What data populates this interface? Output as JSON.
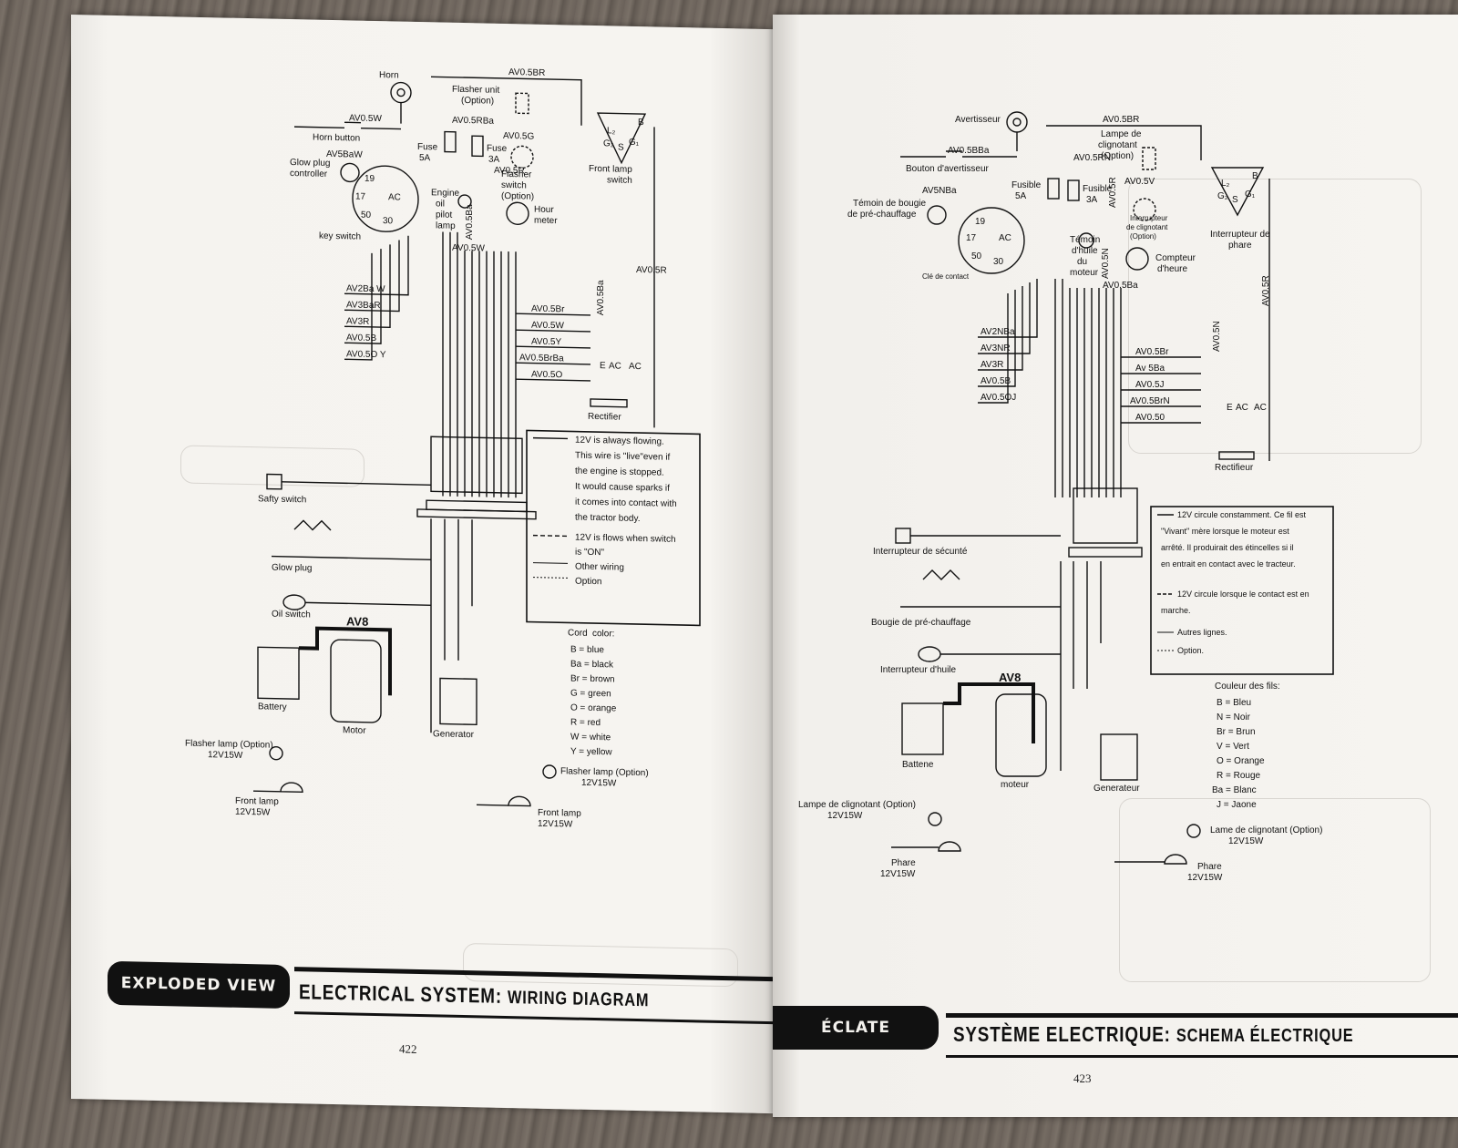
{
  "left_page": {
    "footer": {
      "badge": "EXPLODED VIEW",
      "title_main": "ELECTRICAL SYSTEM:",
      "title_sub": "WIRING DIAGRAM",
      "page_number": "422"
    },
    "components": {
      "horn": "Horn",
      "horn_button": "Horn button",
      "flasher_unit": "Flasher unit",
      "flasher_unit_option": "(Option)",
      "fuse_5a": "Fuse",
      "fuse_5a_rating": "5A",
      "fuse_3a": "Fuse",
      "fuse_3a_rating": "3A",
      "glow_plug_controller_1": "Glow plug",
      "glow_plug_controller_2": "controller",
      "key_switch": "key switch",
      "engine_oil_pilot_lamp_1": "Engine",
      "engine_oil_pilot_lamp_2": "oil",
      "engine_oil_pilot_lamp_3": "pilot",
      "engine_oil_pilot_lamp_4": "lamp",
      "flasher_switch_1": "Flasher",
      "flasher_switch_2": "switch",
      "flasher_switch_3": "(Option)",
      "hour_meter_1": "Hour",
      "hour_meter_2": "meter",
      "front_lamp_switch_1": "Front lamp",
      "front_lamp_switch_2": "switch",
      "rectifier": "Rectifier",
      "safety_switch": "Safty switch",
      "glow_plug": "Glow plug",
      "oil_switch": "Oil switch",
      "av8": "AV8",
      "battery": "Battery",
      "motor": "Motor",
      "generator": "Generator",
      "flasher_lamp_left_1": "Flasher lamp (Option)",
      "flasher_lamp_left_2": "12V15W",
      "flasher_lamp_right_1": "Flasher lamp (Option)",
      "flasher_lamp_right_2": "12V15W",
      "front_lamp_left_1": "Front lamp",
      "front_lamp_left_2": "12V15W",
      "front_lamp_right_1": "Front lamp",
      "front_lamp_right_2": "12V15W"
    },
    "terminals": {
      "t19": "19",
      "t17": "17",
      "tac": "AC",
      "t50": "50",
      "t30": "30",
      "tb": "B",
      "tlg": "L₂",
      "tg": "G₂",
      "ts": "S",
      "tg1": "G₁",
      "te": "E",
      "tac2": "AC",
      "tac3": "AC"
    },
    "wire_codes": {
      "av05br": "AV0.5BR",
      "av05w_top": "AV0.5W",
      "av05rba": "AV0.5RBa",
      "av05g": "AV0.5G",
      "av05r": "AV0.5R",
      "av5baw": "AV5BaW",
      "av05ba": "AV0.5Ba",
      "av05w_mid": "AV0.5W",
      "av05r_right": "AV0.5R",
      "av2baw": "AV2Ba W",
      "av3bar": "AV3BaR",
      "av3r": "AV3R",
      "av05b": "AV0.5B",
      "av05oy": "AV0.5O Y",
      "av05br_2": "AV0.5Br",
      "av05w_2": "AV0.5W",
      "av05y": "AV0.5Y",
      "av05brba": "AV0.5BrBa",
      "av05o": "AV0.5O",
      "av05ba_vert": "AV0.5Ba"
    },
    "legend": {
      "solid": [
        "12V is always flowing.",
        "This wire is \"live\"even if",
        "the engine is stopped.",
        "It would cause sparks if",
        "it comes into contact with",
        "the tractor body."
      ],
      "dashed": [
        "12V is flows when switch",
        "is \"ON\""
      ],
      "other": "Other wiring",
      "option": "Option"
    },
    "cord_color": {
      "title_1": "Cord",
      "title_2": "color:",
      "items": [
        "B = blue",
        "Ba = black",
        "Br = brown",
        "G = green",
        "O = orange",
        "R = red",
        "W = white",
        "Y = yellow"
      ]
    }
  },
  "right_page": {
    "footer": {
      "badge": "ÉCLATE",
      "title_main": "SYSTÈME ELECTRIQUE:",
      "title_sub": "SCHEMA ÉLECTRIQUE",
      "page_number": "423"
    },
    "components": {
      "horn": "Avertisseur",
      "horn_button": "Bouton d'avertisseur",
      "flasher_unit_1": "Lampe de",
      "flasher_unit_2": "clignotant",
      "flasher_unit_3": "(Option)",
      "fuse_5a": "Fusible",
      "fuse_5a_rating": "5A",
      "fuse_3a": "Fusible",
      "fuse_3a_rating": "3A",
      "glow_plug_indicator_1": "Témoin de bougie",
      "glow_plug_indicator_2": "de pré-chauffage",
      "key_switch": "Clé de contact",
      "oil_indicator_1": "Témoin",
      "oil_indicator_2": "d'huile",
      "oil_indicator_3": "du",
      "oil_indicator_4": "moteur",
      "flasher_switch_1": "Interrupteur",
      "flasher_switch_2": "de clignotant",
      "flasher_switch_3": "(Option)",
      "hour_meter_1": "Compteur",
      "hour_meter_2": "d'heure",
      "lamp_switch_1": "Interrupteur de",
      "lamp_switch_2": "phare",
      "rectifier": "Rectifieur",
      "safety_switch": "Interrupteur de sécunté",
      "glow_plug": "Bougie de pré-chauffage",
      "oil_switch": "Interrupteur d'huile",
      "av8": "AV8",
      "battery": "Battene",
      "motor": "moteur",
      "generator": "Generateur",
      "flasher_lamp_left_1": "Lampe de clignotant (Option)",
      "flasher_lamp_left_2": "12V15W",
      "flasher_lamp_right_1": "Lame de clignotant (Option)",
      "flasher_lamp_right_2": "12V15W",
      "front_lamp_left_1": "Phare",
      "front_lamp_left_2": "12V15W",
      "front_lamp_right_1": "Phare",
      "front_lamp_right_2": "12V15W"
    },
    "terminals": {
      "t19": "19",
      "t17": "17",
      "tac": "AC",
      "t50": "50",
      "t30": "30",
      "tb": "B",
      "tlg": "L₂",
      "tg": "G₂",
      "ts": "S",
      "tg1": "G₁",
      "te": "E",
      "tac2": "AC",
      "tac3": "AC"
    },
    "wire_codes": {
      "av05br": "AV0.5BR",
      "av05bba": "AV0.5BBa",
      "av05rn": "AV0.5RN",
      "av05v": "AV0.5V",
      "av5nba": "AV5NBa",
      "av05r_top": "AV0.5R",
      "av05n": "AV0.5N",
      "av05ba": "AV0.5Ba",
      "av05r_right": "AV0.5R",
      "av2nba": "AV2NBa",
      "av3nr": "AV3NR",
      "av3r": "AV3R",
      "av05b": "AV0.5B",
      "av05oj": "AV0.5OJ",
      "av05br_2": "AV0.5Br",
      "av05ba_2": "Av 5Ba",
      "av05j": "AV0.5J",
      "av05brn": "AV0.5BrN",
      "av05o": "AV0.50",
      "av05n_vert": "AV0.5N"
    },
    "legend": {
      "solid": [
        "12V circule constamment. Ce fil est",
        "\"Vivant\" mère lorsque le moteur est",
        "arrêté. Il produirait des étincelles si il",
        "en entrait en contact avec le tracteur."
      ],
      "dashed": [
        "12V circule lorsque le contact est en",
        "marche."
      ],
      "other": "Autres lignes.",
      "option": "Option."
    },
    "cord_color": {
      "title": "Couleur des fils:",
      "items": [
        "B = Bleu",
        "N = Noir",
        "Br = Brun",
        "V = Vert",
        "O = Orange",
        "R = Rouge",
        "Ba = Blanc",
        "J = Jaone"
      ]
    }
  },
  "colors": {
    "ink": "#111111",
    "paper": "#f4f2ee",
    "table": "#6e655d"
  }
}
